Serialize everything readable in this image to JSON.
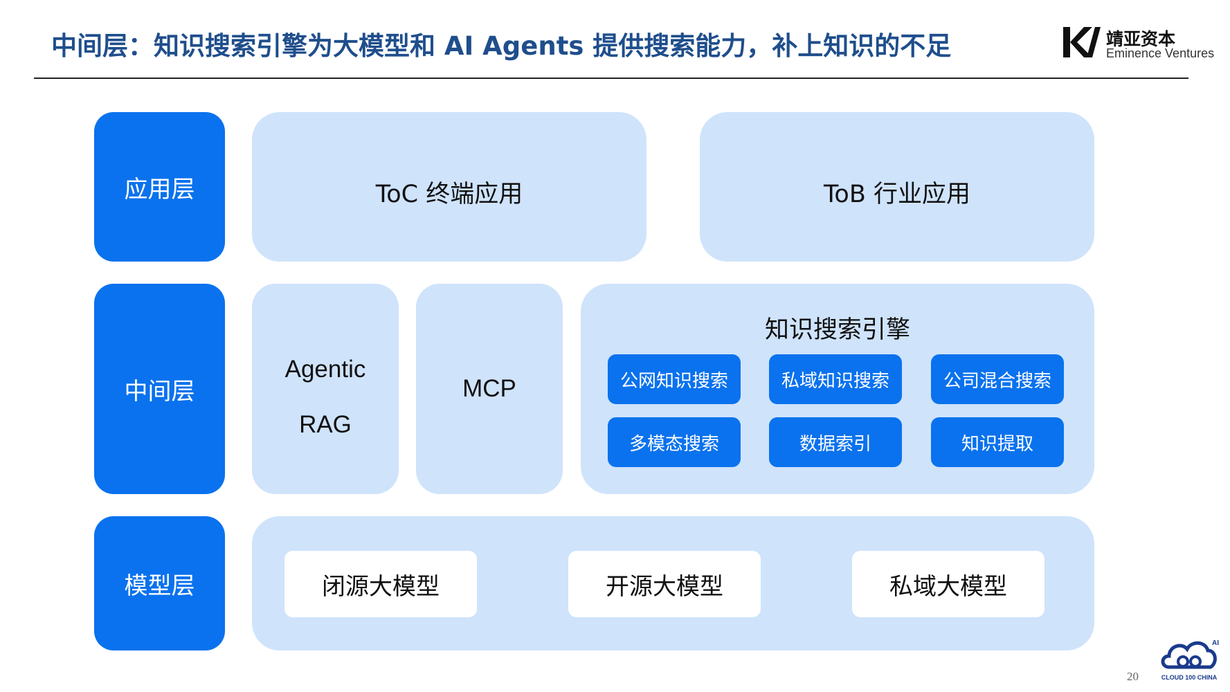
{
  "header": {
    "title": "中间层：知识搜索引擎为大模型和 AI Agents 提供搜索能力，补上知识的不足",
    "logo_cn": "靖亚资本",
    "logo_en": "Eminence Ventures"
  },
  "layers": {
    "app": {
      "label": "应用层",
      "toc": "ToC 终端应用",
      "tob": "ToB 行业应用"
    },
    "middle": {
      "label": "中间层",
      "agentic_line1": "Agentic",
      "agentic_line2": "RAG",
      "mcp": "MCP",
      "engine_title": "知识搜索引擎",
      "engine_items": [
        "公网知识搜索",
        "私域知识搜索",
        "公司混合搜索",
        "多模态搜索",
        "数据索引",
        "知识提取"
      ]
    },
    "model": {
      "label": "模型层",
      "items": [
        "闭源大模型",
        "开源大模型",
        "私域大模型"
      ]
    }
  },
  "footer": {
    "page_number": "20",
    "brand_text": "CLOUD 100 CHINA",
    "brand_badge": "AI"
  },
  "colors": {
    "primary_blue": "#0a72ee",
    "panel_blue": "#cfe3fb",
    "title_blue": "#1f4e8c"
  }
}
